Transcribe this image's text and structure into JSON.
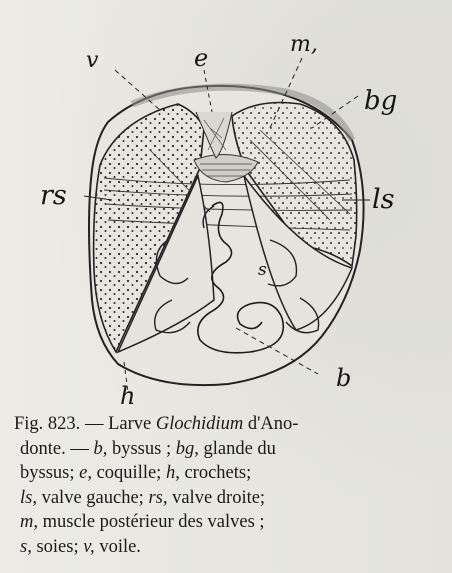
{
  "figure": {
    "labels": {
      "v": "v",
      "e": "e",
      "m": "m,",
      "bg": "bg",
      "rs": "rs",
      "ls": "ls",
      "s": "s",
      "b": "b",
      "h": "h"
    }
  },
  "caption": {
    "fig_number": "Fig. 823.",
    "dash": "—",
    "title_pre": "Larve",
    "title_genus": "Glochidium",
    "title_post": "d'Ano-",
    "line2_pre": "donte. —",
    "line2_b": "b,",
    "line2_b_text": "byssus ;",
    "line2_bg": "bg,",
    "line2_bg_text": "glande du",
    "line3_text1": "byssus;",
    "line3_e": "e,",
    "line3_e_text": "coquille;",
    "line3_h": "h,",
    "line3_h_text": "crochets;",
    "line4_ls": "ls,",
    "line4_ls_text": "valve gauche;",
    "line4_rs": "rs,",
    "line4_rs_text": "valve droite;",
    "line5_m": "m,",
    "line5_m_text": "muscle postérieur  des valves ;",
    "line6_s": "s,",
    "line6_s_text": "soies;",
    "line6_v": "v,",
    "line6_v_text": "voile."
  }
}
